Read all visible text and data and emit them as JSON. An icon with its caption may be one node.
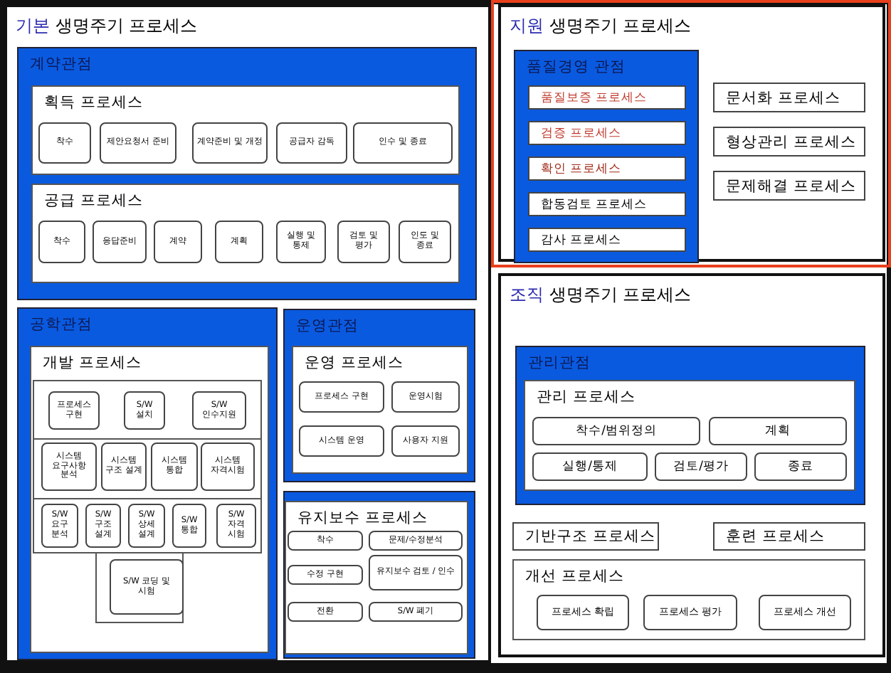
{
  "diagram": {
    "nodes": [
      {
        "text": [
          "기본 생명주기 프로세스"
        ]
      },
      {
        "text": [
          "계약관점"
        ],
        "in": 0
      },
      {
        "text": [
          "획득 프로세스"
        ],
        "in": 1
      },
      {
        "text": [
          "착수"
        ],
        "in": 2
      },
      {
        "text": [
          "제안요청서 준비"
        ],
        "in": 2
      },
      {
        "text": [
          "계약준비 및 개정"
        ],
        "in": 2
      },
      {
        "text": [
          "공급자 감독"
        ],
        "in": 2
      },
      {
        "text": [
          "인수 및 종료"
        ],
        "in": 2
      },
      {
        "text": [
          "공급 프로세스"
        ],
        "in": 1
      },
      {
        "text": [
          "착수"
        ],
        "in": 8
      },
      {
        "text": [
          "응답준비"
        ],
        "in": 8
      },
      {
        "text": [
          "계약"
        ],
        "in": 8
      },
      {
        "text": [
          "계획"
        ],
        "in": 8
      },
      {
        "text": [
          "실행 및 통제"
        ],
        "in": 8
      },
      {
        "text": [
          "검토 및 평가"
        ],
        "in": 8
      },
      {
        "text": [
          "인도 및 종료"
        ],
        "in": 8
      },
      {
        "text": [
          "공학관점"
        ],
        "in": 0
      },
      {
        "text": [
          "개발 프로세스"
        ],
        "in": 16
      },
      {
        "text": [
          "프로세스 구현"
        ],
        "in": 17
      },
      {
        "text": [
          "S/W 설치"
        ],
        "in": 17
      },
      {
        "text": [
          "S/W 인수지원"
        ],
        "in": 17
      },
      {
        "text": [
          "시스템 요구사항 분석"
        ],
        "in": 17
      },
      {
        "text": [
          "시스템 구조 설계"
        ],
        "in": 17
      },
      {
        "text": [
          "시스템 통합"
        ],
        "in": 17
      },
      {
        "text": [
          "시스템 자격시험"
        ],
        "in": 17
      },
      {
        "text": [
          "S/W 요구 분석"
        ],
        "in": 17
      },
      {
        "text": [
          "S/W 구조 설계"
        ],
        "in": 17
      },
      {
        "text": [
          "S/W 상세 설계"
        ],
        "in": 17
      },
      {
        "text": [
          "S/W 통합"
        ],
        "in": 17
      },
      {
        "text": [
          "S/W 자격 시험"
        ],
        "in": 17
      },
      {
        "text": [
          "S/W 코딩 및 시험"
        ],
        "in": 17
      },
      {
        "text": [
          "운영관점"
        ],
        "in": 0
      },
      {
        "text": [
          "운영 프로세스"
        ],
        "in": 31
      },
      {
        "text": [
          "프로세스 구현"
        ],
        "in": 32
      },
      {
        "text": [
          "운영시험"
        ],
        "in": 32
      },
      {
        "text": [
          "시스템 운영"
        ],
        "in": 32
      },
      {
        "text": [
          "사용자 지원"
        ],
        "in": 32
      },
      {
        "text": [],
        "shape": "box",
        "in": 0
      },
      {
        "text": [
          "유지보수 프로세스"
        ],
        "in": 37
      },
      {
        "text": [
          "착수"
        ],
        "in": 38
      },
      {
        "text": [
          "문제/수정분석"
        ],
        "in": 38
      },
      {
        "text": [
          "수정 구현"
        ],
        "in": 38
      },
      {
        "text": [
          "유지보수 검토 / 인수"
        ],
        "in": 38
      },
      {
        "text": [
          "전환"
        ],
        "in": 38
      },
      {
        "text": [
          "S/W 폐기"
        ],
        "in": 38
      },
      {
        "text": [
          "지원 생명주기 프로세스"
        ]
      },
      {
        "text": [
          "품질경영 관점"
        ],
        "in": 45
      },
      {
        "text": [
          "품질보증 프로세스"
        ],
        "in": 46
      },
      {
        "text": [
          "검증 프로세스"
        ],
        "in": 46
      },
      {
        "text": [
          "확인 프로세스"
        ],
        "in": 46
      },
      {
        "text": [
          "합동검토 프로세스"
        ],
        "in": 46
      },
      {
        "text": [
          "감사 프로세스"
        ],
        "in": 46
      },
      {
        "text": [
          "문서화 프로세스"
        ],
        "in": 45
      },
      {
        "text": [
          "형상관리 프로세스"
        ],
        "in": 45
      },
      {
        "text": [
          "문제해결 프로세스"
        ],
        "in": 45
      },
      {
        "text": [
          "조직 생명주기 프로세스"
        ]
      },
      {
        "text": [
          "관리관점"
        ],
        "in": 55
      },
      {
        "text": [
          "관리 프로세스"
        ],
        "in": 56
      },
      {
        "text": [
          "착수/범위정의"
        ],
        "in": 57
      },
      {
        "text": [
          "계획"
        ],
        "in": 57
      },
      {
        "text": [
          "실행/통제"
        ],
        "in": 57
      },
      {
        "text": [
          "검토/평가"
        ],
        "in": 57
      },
      {
        "text": [
          "종료"
        ],
        "in": 57
      },
      {
        "text": [
          "기반구조 프로세스"
        ],
        "in": 55
      },
      {
        "text": [
          "훈련 프로세스"
        ],
        "in": 55
      },
      {
        "text": [
          "개선 프로세스"
        ],
        "in": 55
      },
      {
        "text": [
          "프로세스 확립"
        ],
        "in": 65
      },
      {
        "text": [
          "프로세스 평가"
        ],
        "in": 65
      },
      {
        "text": [
          "프로세스 개선"
        ],
        "in": 65
      }
    ]
  }
}
